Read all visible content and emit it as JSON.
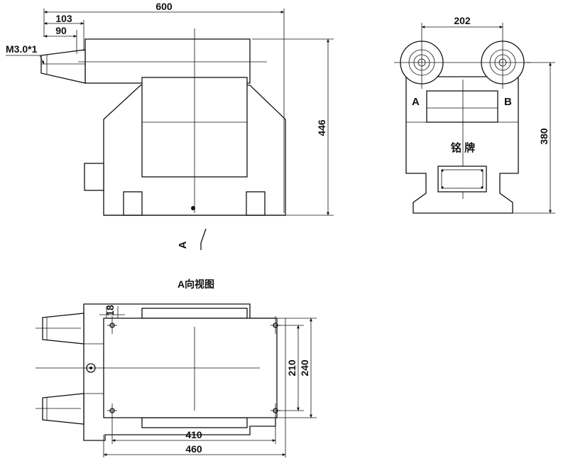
{
  "front_view": {
    "dim_overall_width": "600",
    "dim_terminal_a": "103",
    "dim_terminal_b": "90",
    "dim_thread": "M3.0*1",
    "dim_height": "446"
  },
  "side_view": {
    "dim_terminal_spacing": "202",
    "dim_height": "380",
    "label_a": "A",
    "label_b": "B",
    "nameplate": "铭 牌"
  },
  "view_arrow": {
    "label": "A"
  },
  "bottom_view": {
    "title": "A向视图",
    "dim_inner_width": "410",
    "dim_outer_width": "460",
    "dim_inner_height": "210",
    "dim_outer_height": "240",
    "dim_hole": "18"
  }
}
